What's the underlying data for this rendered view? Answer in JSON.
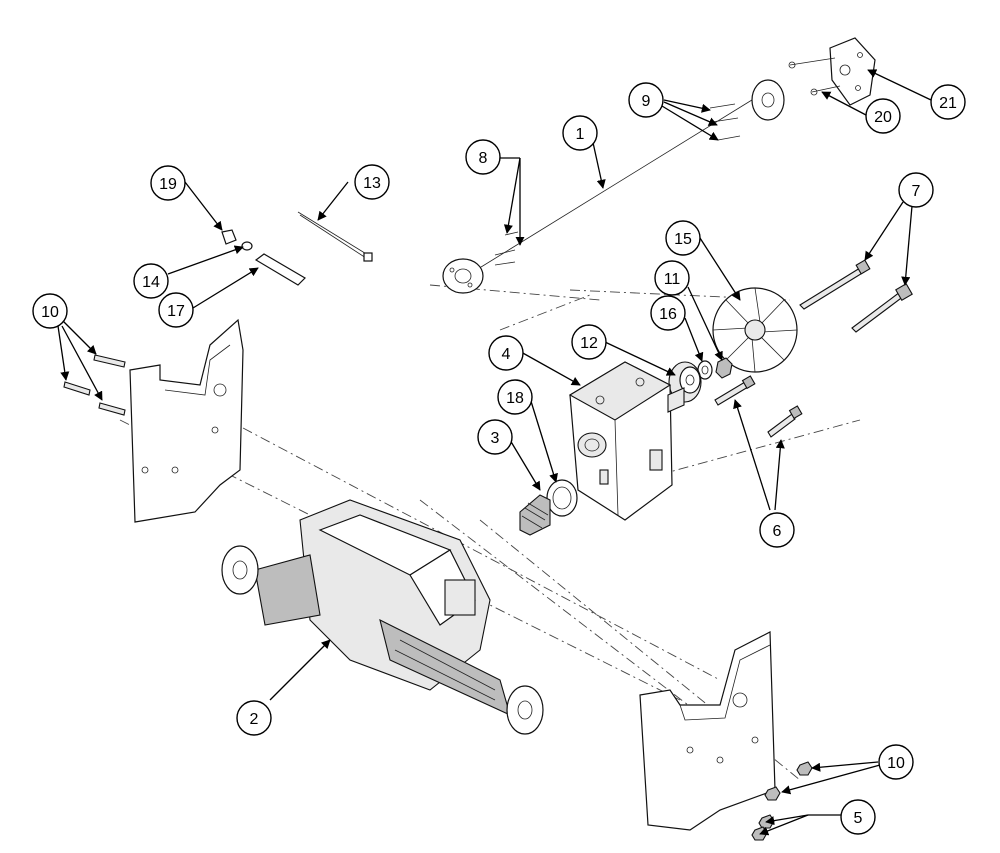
{
  "callouts": [
    {
      "id": "c1",
      "label": "1"
    },
    {
      "id": "c2",
      "label": "2"
    },
    {
      "id": "c3",
      "label": "3"
    },
    {
      "id": "c4",
      "label": "4"
    },
    {
      "id": "c5",
      "label": "5"
    },
    {
      "id": "c6",
      "label": "6"
    },
    {
      "id": "c7",
      "label": "7"
    },
    {
      "id": "c8",
      "label": "8"
    },
    {
      "id": "c9",
      "label": "9"
    },
    {
      "id": "c10a",
      "label": "10"
    },
    {
      "id": "c10b",
      "label": "10"
    },
    {
      "id": "c11",
      "label": "11"
    },
    {
      "id": "c12",
      "label": "12"
    },
    {
      "id": "c13",
      "label": "13"
    },
    {
      "id": "c14",
      "label": "14"
    },
    {
      "id": "c15",
      "label": "15"
    },
    {
      "id": "c16",
      "label": "16"
    },
    {
      "id": "c17",
      "label": "17"
    },
    {
      "id": "c18",
      "label": "18"
    },
    {
      "id": "c19",
      "label": "19"
    },
    {
      "id": "c20",
      "label": "20"
    },
    {
      "id": "c21",
      "label": "21"
    }
  ]
}
